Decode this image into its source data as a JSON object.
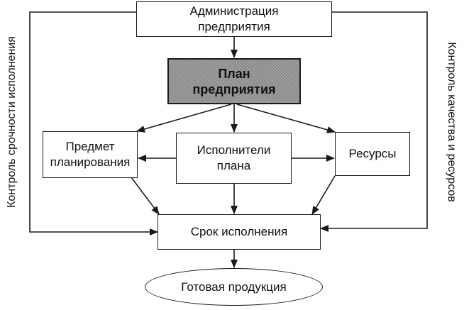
{
  "diagram": {
    "nodes": {
      "administration": "Администрация\nпредприятия",
      "plan": "План\nпредприятия",
      "subject": "Предмет\nпланирования",
      "executors": "Исполнители\nплана",
      "resources": "Ресурсы",
      "deadline": "Срок исполнения",
      "product": "Готовая продукция"
    },
    "side_labels": {
      "left": "Контроль срочности исполнения",
      "right": "Контроль качества и ресурсов"
    },
    "colors": {
      "line": "#1a1a1a",
      "plan_fill": "#9a9a9a"
    }
  }
}
